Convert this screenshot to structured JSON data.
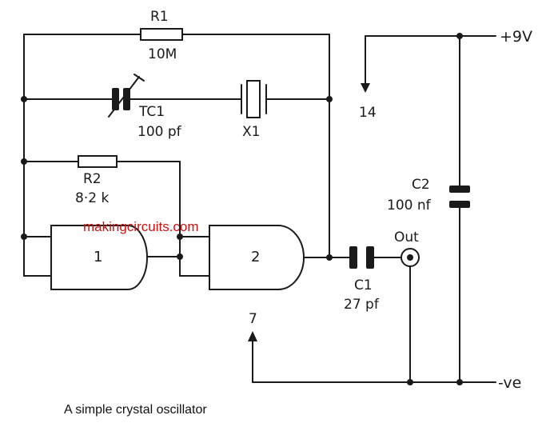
{
  "components": {
    "r1": {
      "ref": "R1",
      "value": "10M"
    },
    "tc1": {
      "ref": "TC1",
      "value": "100 pf"
    },
    "x1": {
      "ref": "X1"
    },
    "r2": {
      "ref": "R2",
      "value": "8·2 k"
    },
    "c1": {
      "ref": "C1",
      "value": "27 pf"
    },
    "c2": {
      "ref": "C2",
      "value": "100 nf"
    },
    "gate1": {
      "label": "1"
    },
    "gate2": {
      "label": "2"
    }
  },
  "rails": {
    "positive": "+9V",
    "negative": "-ve",
    "vcc_pin": "14",
    "gnd_pin": "7"
  },
  "output_label": "Out",
  "watermark": "makingcircuits.com",
  "caption": "A simple crystal oscillator",
  "colors": {
    "ink": "#1a1a1a",
    "watermark": "#d01010"
  }
}
